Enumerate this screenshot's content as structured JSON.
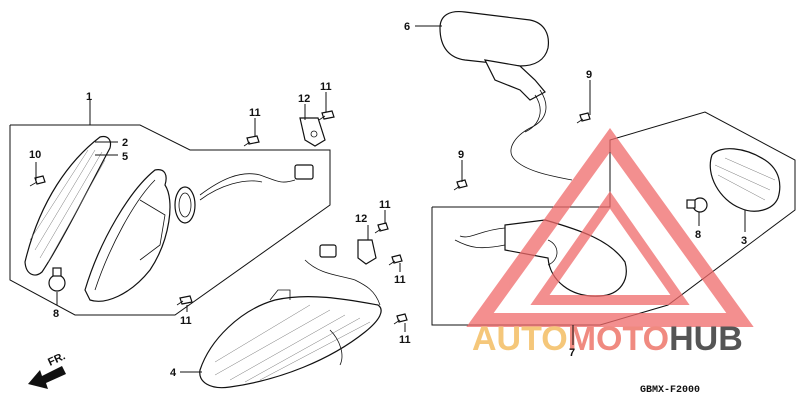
{
  "callouts": [
    {
      "id": "c1",
      "text": "1"
    },
    {
      "id": "c2",
      "text": "2"
    },
    {
      "id": "c5",
      "text": "5"
    },
    {
      "id": "c10",
      "text": "10"
    },
    {
      "id": "c8a",
      "text": "8"
    },
    {
      "id": "c11a",
      "text": "11"
    },
    {
      "id": "c12a",
      "text": "12"
    },
    {
      "id": "c11b",
      "text": "11"
    },
    {
      "id": "c11c",
      "text": "11"
    },
    {
      "id": "c12b",
      "text": "12"
    },
    {
      "id": "c11d",
      "text": "11"
    },
    {
      "id": "c11e",
      "text": "11"
    },
    {
      "id": "c11f",
      "text": "11"
    },
    {
      "id": "c11g",
      "text": "11"
    },
    {
      "id": "c4",
      "text": "4"
    },
    {
      "id": "c6",
      "text": "6"
    },
    {
      "id": "c9a",
      "text": "9"
    },
    {
      "id": "c9b",
      "text": "9"
    },
    {
      "id": "c8b",
      "text": "8"
    },
    {
      "id": "c3",
      "text": "3"
    },
    {
      "id": "c7",
      "text": "7"
    }
  ],
  "direction_label": "FR.",
  "diagram_code": "GBMX-F2000",
  "watermark": {
    "part1": "AUTO",
    "part2": "MOTO",
    "part3": "HUB",
    "color1": "#f5c77a",
    "color2": "#f08a80",
    "color3": "#555555",
    "triangle_color": "#f06a6a"
  }
}
